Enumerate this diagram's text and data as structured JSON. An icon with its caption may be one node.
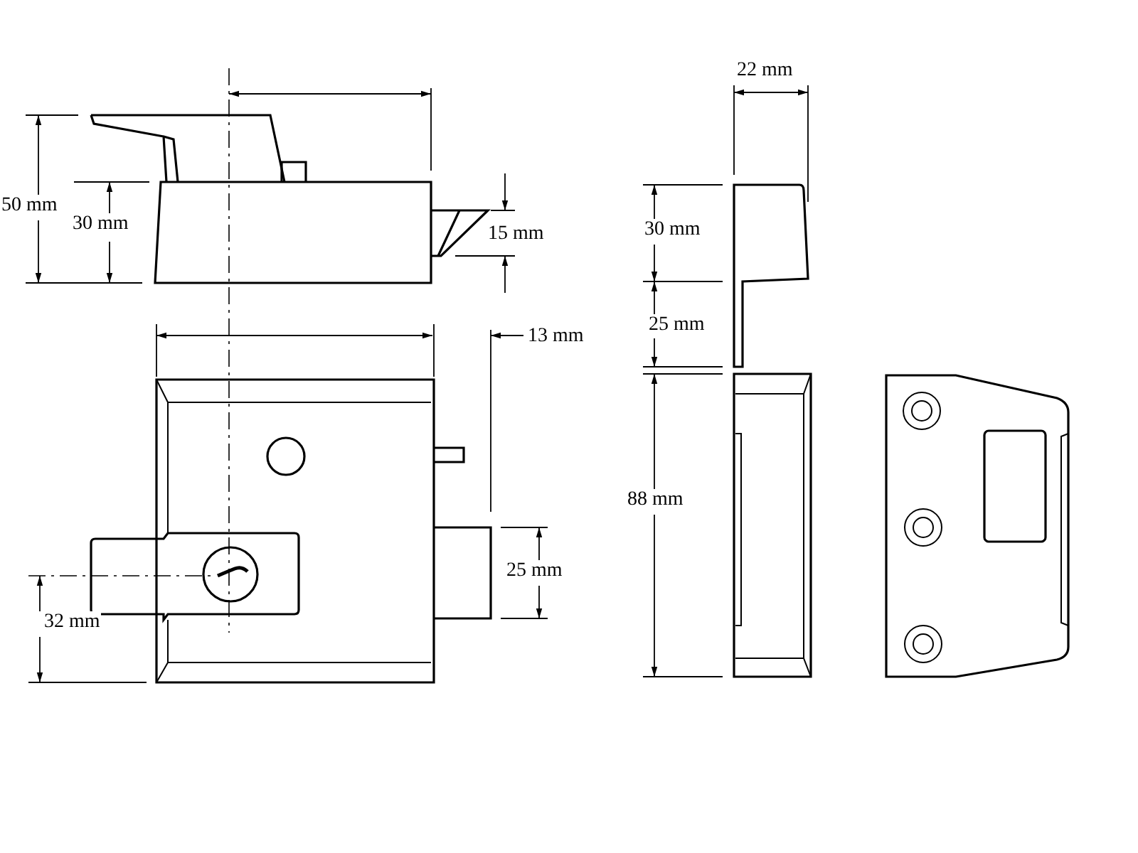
{
  "diagram": {
    "labels": [
      "22 mm",
      "50 mm",
      "30 mm",
      "30 mm",
      "15 mm",
      "25 mm",
      "13 mm",
      "88 mm",
      "25 mm",
      "32 mm"
    ]
  }
}
